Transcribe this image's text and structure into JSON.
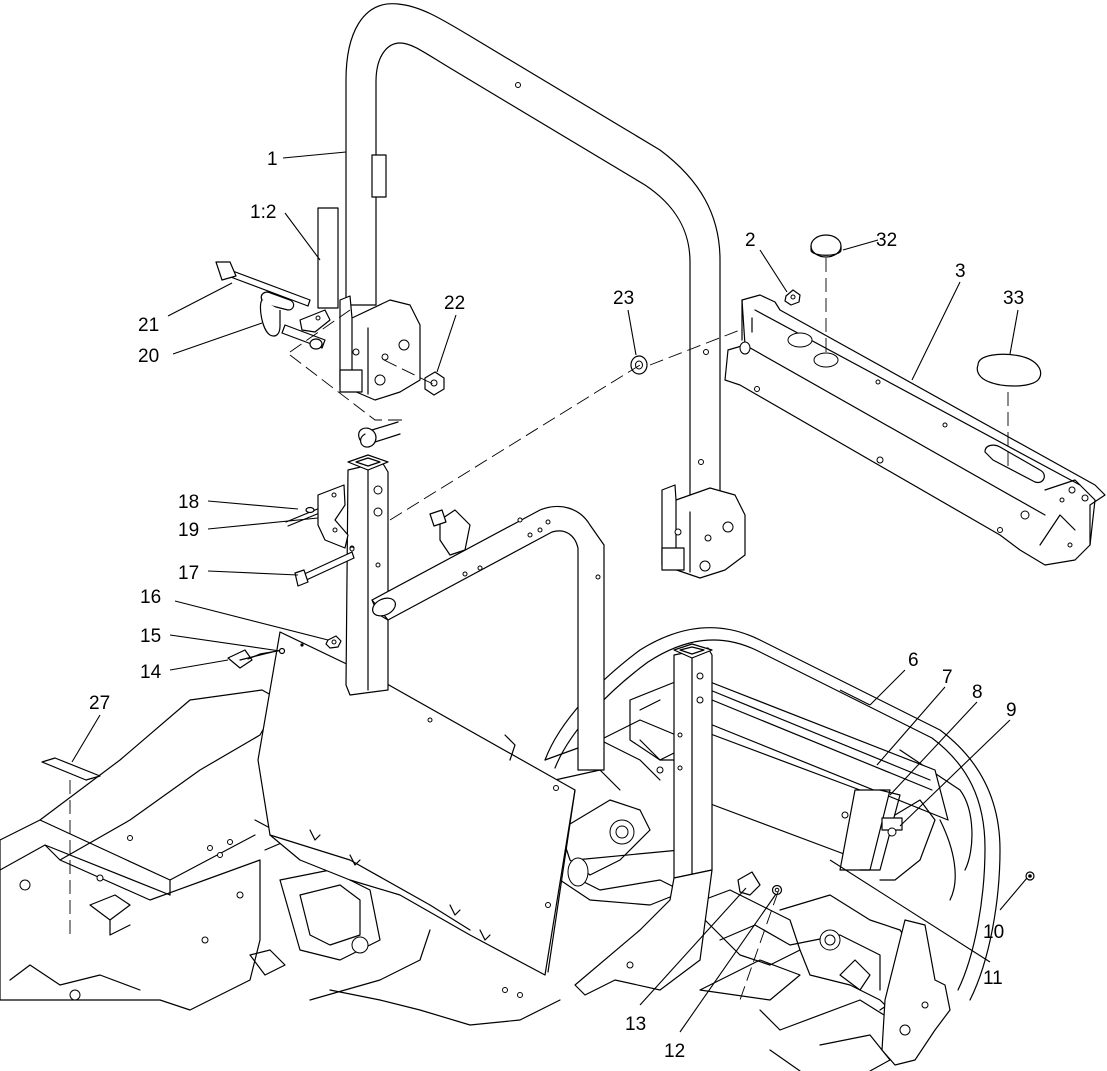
{
  "callouts": [
    {
      "id": "1",
      "label": "1"
    },
    {
      "id": "1-2",
      "label": "1:2"
    },
    {
      "id": "2",
      "label": "2"
    },
    {
      "id": "3",
      "label": "3"
    },
    {
      "id": "6",
      "label": "6"
    },
    {
      "id": "7",
      "label": "7"
    },
    {
      "id": "8",
      "label": "8"
    },
    {
      "id": "9",
      "label": "9"
    },
    {
      "id": "10",
      "label": "10"
    },
    {
      "id": "11",
      "label": "11"
    },
    {
      "id": "12",
      "label": "12"
    },
    {
      "id": "13",
      "label": "13"
    },
    {
      "id": "14",
      "label": "14"
    },
    {
      "id": "15",
      "label": "15"
    },
    {
      "id": "16",
      "label": "16"
    },
    {
      "id": "17",
      "label": "17"
    },
    {
      "id": "18",
      "label": "18"
    },
    {
      "id": "19",
      "label": "19"
    },
    {
      "id": "20",
      "label": "20"
    },
    {
      "id": "21",
      "label": "21"
    },
    {
      "id": "22",
      "label": "22"
    },
    {
      "id": "23",
      "label": "23"
    },
    {
      "id": "27",
      "label": "27"
    },
    {
      "id": "32",
      "label": "32"
    },
    {
      "id": "33",
      "label": "33"
    }
  ]
}
